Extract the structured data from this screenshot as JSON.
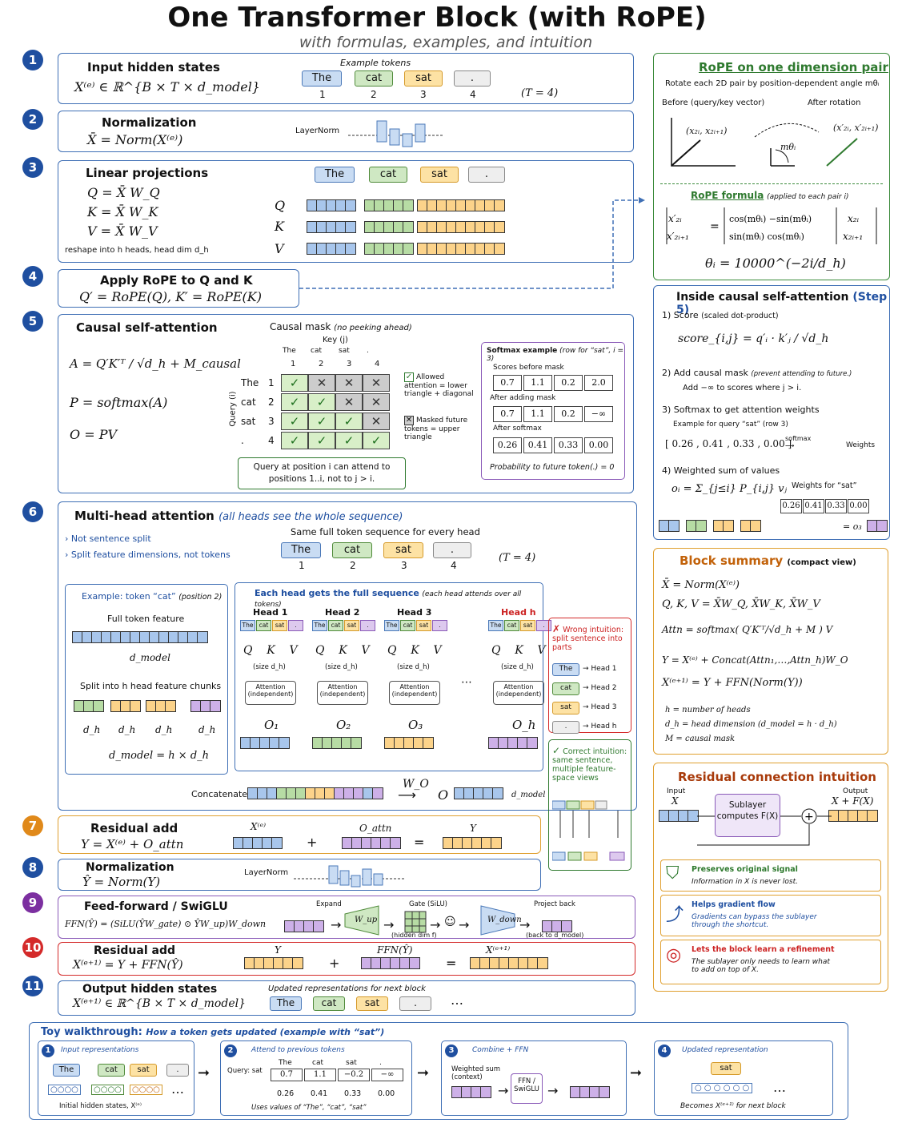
{
  "title": "One Transformer Block (with RoPE)",
  "subtitle": "with formulas, examples, and intuition",
  "tokens": [
    "The",
    "cat",
    "sat",
    "."
  ],
  "positions": [
    "1",
    "2",
    "3",
    "4"
  ],
  "s1": {
    "num": "1",
    "title": "Input hidden states",
    "formula": "X⁽ᵉ⁾ ∈ ℝ^{B × T × d_model}",
    "example": "Example tokens",
    "t": "(T = 4)"
  },
  "s2": {
    "num": "2",
    "title": "Normalization",
    "formula": "X̄ = Norm(X⁽ᵉ⁾)",
    "layer": "LayerNorm"
  },
  "s3": {
    "num": "3",
    "title": "Linear projections",
    "q": "Q = X̄ W_Q",
    "k": "K = X̄ W_K",
    "v": "V = X̄ W_V",
    "note": "reshape into h heads, head dim d_h",
    "Q": "Q",
    "K": "K",
    "V": "V"
  },
  "s4": {
    "num": "4",
    "title": "Apply RoPE to Q and K",
    "formula": "Q′ = RoPE(Q),  K′ = RoPE(K)"
  },
  "s5": {
    "num": "5",
    "title": "Causal self-attention",
    "a": "A = Q′K′ᵀ / √d_h + M_causal",
    "p": "P = softmax(A)",
    "o": "O = PV",
    "mask_title": "Causal mask",
    "mask_sub": "(no peeking ahead)",
    "key": "Key (j)",
    "query": "Query (i)",
    "allowed": "Allowed attention = lower triangle + diagonal",
    "masked": "Masked future tokens = upper triangle",
    "note": "Query at position i can attend to positions 1..i, not to j > i.",
    "sm_title": "Softmax example",
    "sm_sub": "(row for “sat”, i = 3)",
    "before": "Scores before mask",
    "row1": [
      "0.7",
      "1.1",
      "0.2",
      "2.0"
    ],
    "after_mask": "After adding mask",
    "row2": [
      "0.7",
      "1.1",
      "0.2",
      "−∞"
    ],
    "after_sm": "After softmax",
    "row3": [
      "0.26",
      "0.41",
      "0.33",
      "0.00"
    ],
    "prob": "Probability to future token(.) = 0"
  },
  "s6": {
    "num": "6",
    "title": "Multi-head attention",
    "sub": "(all heads see the whole sequence)",
    "b1": "Not sentence split",
    "b2": "Split feature dimensions, not tokens",
    "same": "Same full token sequence for every head",
    "t": "(T = 4)",
    "ex_title": "Example: token “cat”",
    "ex_pos": "(position 2)",
    "full": "Full token feature",
    "dmodel": "d_model",
    "split": "Split into h head feature chunks",
    "dh": "d_h",
    "eq": "d_model = h × d_h",
    "each": "Each head gets the full sequence",
    "each_sub": "(each head attends over all tokens)",
    "heads": [
      "Head 1",
      "Head 2",
      "Head 3",
      "Head h"
    ],
    "size": "(size d_h)",
    "att": "Attention (independent)",
    "outs": [
      "O₁",
      "O₂",
      "O₃",
      "O_h"
    ],
    "concat": "Concatenate",
    "wo": "W_O",
    "o": "O",
    "wrong": "Wrong intuition: split sentence into parts",
    "correct": "Correct intuition: same sentence, multiple feature-space views"
  },
  "s7": {
    "num": "7",
    "title": "Residual add",
    "formula": "Y = X⁽ᵉ⁾ + O_attn",
    "x": "X⁽ᵉ⁾",
    "oa": "O_attn",
    "y": "Y"
  },
  "s8": {
    "num": "8",
    "title": "Normalization",
    "formula": "Ŷ = Norm(Y)",
    "layer": "LayerNorm"
  },
  "s9": {
    "num": "9",
    "title": "Feed-forward / SwiGLU",
    "formula": "FFN(Ŷ) = (SiLU(ŶW_gate) ⊙ ŶW_up)W_down",
    "expand": "Expand",
    "gate": "Gate (SiLU)",
    "back": "Project back",
    "wup": "W_up",
    "wdown": "W_down",
    "hidden": "(hidden dim f)",
    "backto": "(back to d_model)"
  },
  "s10": {
    "num": "10",
    "title": "Residual add",
    "formula": "X⁽ᵉ⁺¹⁾ = Y + FFN(Ŷ)",
    "y": "Y",
    "ffn": "FFN(Ŷ)",
    "x": "X⁽ᵉ⁺¹⁾"
  },
  "s11": {
    "num": "11",
    "title": "Output hidden states",
    "formula": "X⁽ᵉ⁺¹⁾ ∈ ℝ^{B × T × d_model}",
    "upd": "Updated representations for next block"
  },
  "rope": {
    "title": "RoPE on one dimension pair",
    "desc": "Rotate each 2D pair by position-dependent angle mθᵢ",
    "before": "Before (query/key vector)",
    "after": "After rotation",
    "p1": "(x₂ᵢ, x₂ᵢ₊₁)",
    "p2": "(x′₂ᵢ, x′₂ᵢ₊₁)",
    "angle": "mθᵢ",
    "formula_title": "RoPE formula",
    "formula_sub": "(applied to each pair i)",
    "theta": "θᵢ = 10000^(−2i/d_h)"
  },
  "inside": {
    "title": "Inside causal self-attention",
    "step": "(Step 5)",
    "s1": "1) Score",
    "s1b": "(scaled dot-product)",
    "score": "score_{i,j} = q′ᵢ · k′ⱼ / √d_h",
    "s2": "2) Add causal mask",
    "s2b": "(prevent attending to future.)",
    "s2c": "Add −∞ to scores where j > i.",
    "s3": "3) Softmax",
    "s3b": "to get attention weights",
    "s3c": "Example for query “sat” (row 3)",
    "vec": "[ 0.26 , 0.41 , 0.33 , 0.00 ]",
    "softmax": "softmax",
    "weights": "Weights",
    "s4": "4) Weighted sum of values",
    "oi": "oᵢ = Σ_{j≤i} P_{i,j} vⱼ",
    "wfor": "Weights for “sat”",
    "w": [
      "0.26",
      "0.41",
      "0.33",
      "0.00"
    ],
    "o3": "= o₃"
  },
  "summary": {
    "title": "Block summary",
    "sub": "(compact view)",
    "l1": "X̄ = Norm(X⁽ᵉ⁾)",
    "l2": "Q, K, V = X̄W_Q, X̄W_K, X̄W_V",
    "l3": "Attn = softmax( Q′K′ᵀ/√d_h + M ) V",
    "l4": "Y = X⁽ᵉ⁾ + Concat(Attn₁,…,Attn_h)W_O",
    "l5": "X⁽ᵉ⁺¹⁾ = Y + FFN(Norm(Y))",
    "d1": "h = number of heads",
    "d2": "d_h = head dimension (d_model = h · d_h)",
    "d3": "M = causal mask"
  },
  "residual": {
    "title": "Residual connection intuition",
    "input": "Input",
    "x": "X",
    "output": "Output",
    "xf": "X + F(X)",
    "sub": "Sublayer computes F(X)",
    "c1t": "Preserves original signal",
    "c1": "Information in X is never lost.",
    "c2t": "Helps gradient flow",
    "c2": "Gradients can bypass the sublayer through the shortcut.",
    "c3t": "Lets the block learn a refinement",
    "c3": "The sublayer only needs to learn what to add on top of X."
  },
  "toy": {
    "title": "Toy walkthrough:",
    "sub": "How a token gets updated (example with “sat”)",
    "p1": "Input representations",
    "p1b": "Initial hidden states, X⁽ᵉ⁾",
    "p2": "Attend to previous tokens",
    "query": "Query: sat",
    "vals": [
      "0.7",
      "1.1",
      "−0.2",
      "−∞"
    ],
    "probs": [
      "0.26",
      "0.41",
      "0.33",
      "0.00"
    ],
    "p2b": "Uses values of “The”, “cat”, “sat”",
    "p3": "Combine + FFN",
    "p3b": "Weighted sum (context)",
    "ffn": "FFN / SwiGLU",
    "p4": "Updated representation",
    "p4b": "Becomes X⁽ᵉ⁺¹⁾ for next block"
  }
}
